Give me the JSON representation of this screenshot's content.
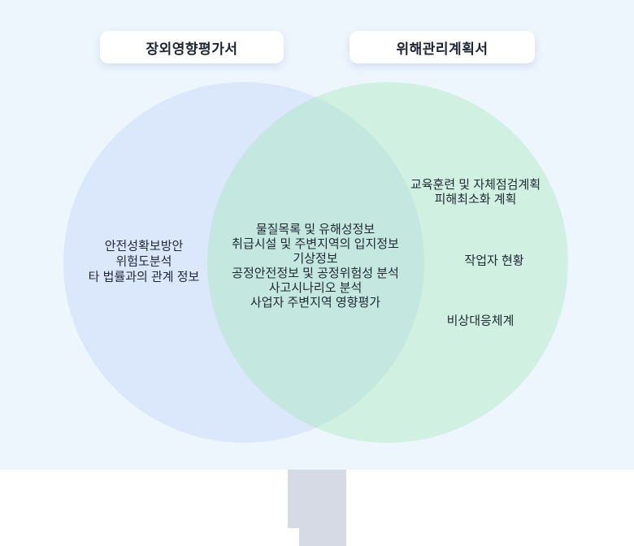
{
  "palette": {
    "background": "#eef6fd",
    "footer_background": "#ffffff",
    "left_circle": "#dbe7fa",
    "right_circle_overlay": "rgba(163,234,186,0.40)",
    "overlap_result": "#c5e8e0",
    "text": "#1f2733",
    "label_text": "#1c2433",
    "gray_fragment": "#d6dae5"
  },
  "labels": {
    "left": "장외영향평가서",
    "right": "위해관리계획서"
  },
  "venn": {
    "left_only": [
      "안전성확보방안",
      "위험도분석",
      "타 법률과의 관계 정보"
    ],
    "shared": [
      "물질목록 및 유해성정보",
      "취급시설 및 주변지역의 입지정보",
      "기상정보",
      "공정안전정보 및 공정위험성 분석",
      "사고시나리오 분석",
      "사업자 주변지역 영향평가"
    ],
    "right_only": [
      "교육훈련 및 자체점검계획",
      "피해최소화 계획",
      "작업자 현황",
      "비상대응체계"
    ]
  }
}
